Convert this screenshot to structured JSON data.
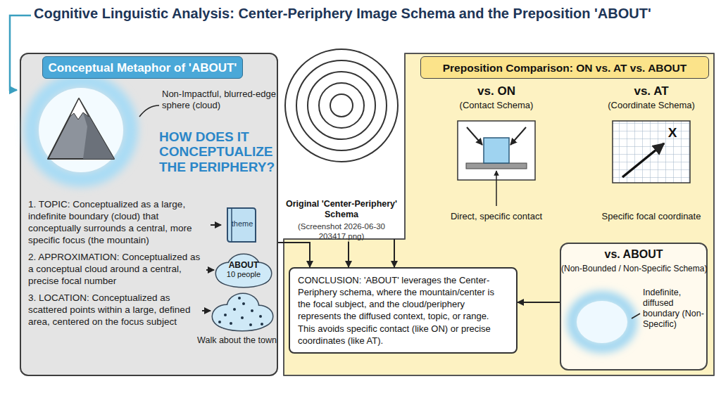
{
  "diagram": {
    "title": "Cognitive Linguistic Analysis: Center-Periphery Image Schema and the Preposition 'ABOUT'",
    "nodes": [
      {
        "text": [
          "Conceptual Metaphor of 'ABOUT'",
          "HOW DOES IT CONCEPTUALIZE THE PERIPHERY?"
        ]
      },
      {
        "text": [
          "theme"
        ],
        "in": 0
      },
      {
        "text": [
          "ABOUT",
          "10 people"
        ],
        "in": 0
      },
      {
        "text": [
          "Original 'Center-Periphery' Schema",
          "(Screenshot 2026-06-30 203417.png)"
        ]
      },
      {
        "text": [
          "Preposition Comparison: ON vs. AT vs. ABOUT"
        ]
      },
      {
        "text": [
          "vs. ON",
          "(Contact Schema)",
          "Direct, specific contact"
        ],
        "in": 4
      },
      {
        "text": [
          "vs. AT",
          "(Coordinate Schema)",
          "Specific focal coordinate"
        ],
        "in": 4
      },
      {
        "text": [
          "vs. ABOUT",
          "(Non-Bounded / Non-Specific Schema)",
          "Indefinite, diffused boundary (Non-Specific)"
        ],
        "in": 4
      },
      {
        "text": [
          "CONCLUSION: 'ABOUT' leverages the Center-Periphery schema, where the mountain/center is the focal subject, and the cloud/periphery represents the diffused context, topic, or range. This avoids specific contact (like ON) or precise coordinates (like AT)."
        ]
      }
    ],
    "edges": [
      {
        "from": 0,
        "to": 8,
        "arrow": "to"
      },
      {
        "from": 3,
        "to": 8,
        "arrow": "to"
      },
      {
        "from": 4,
        "to": 8,
        "arrow": "to"
      },
      {
        "from": 7,
        "to": 8,
        "arrow": "to"
      }
    ],
    "labels": [
      "Non-Impactful, blurred-edge sphere (cloud)",
      "1. TOPIC: Conceptualized as a large, indefinite boundary (cloud) that conceptually surrounds a central, more specific focus (the mountain)",
      "2. APPROXIMATION: Conceptualized as a conceptual cloud around a central, precise focal number",
      "3. LOCATION: Conceptualized as scattered points within a large, defined area, centered on the focus subject",
      "Walk about the town",
      "X"
    ]
  }
}
